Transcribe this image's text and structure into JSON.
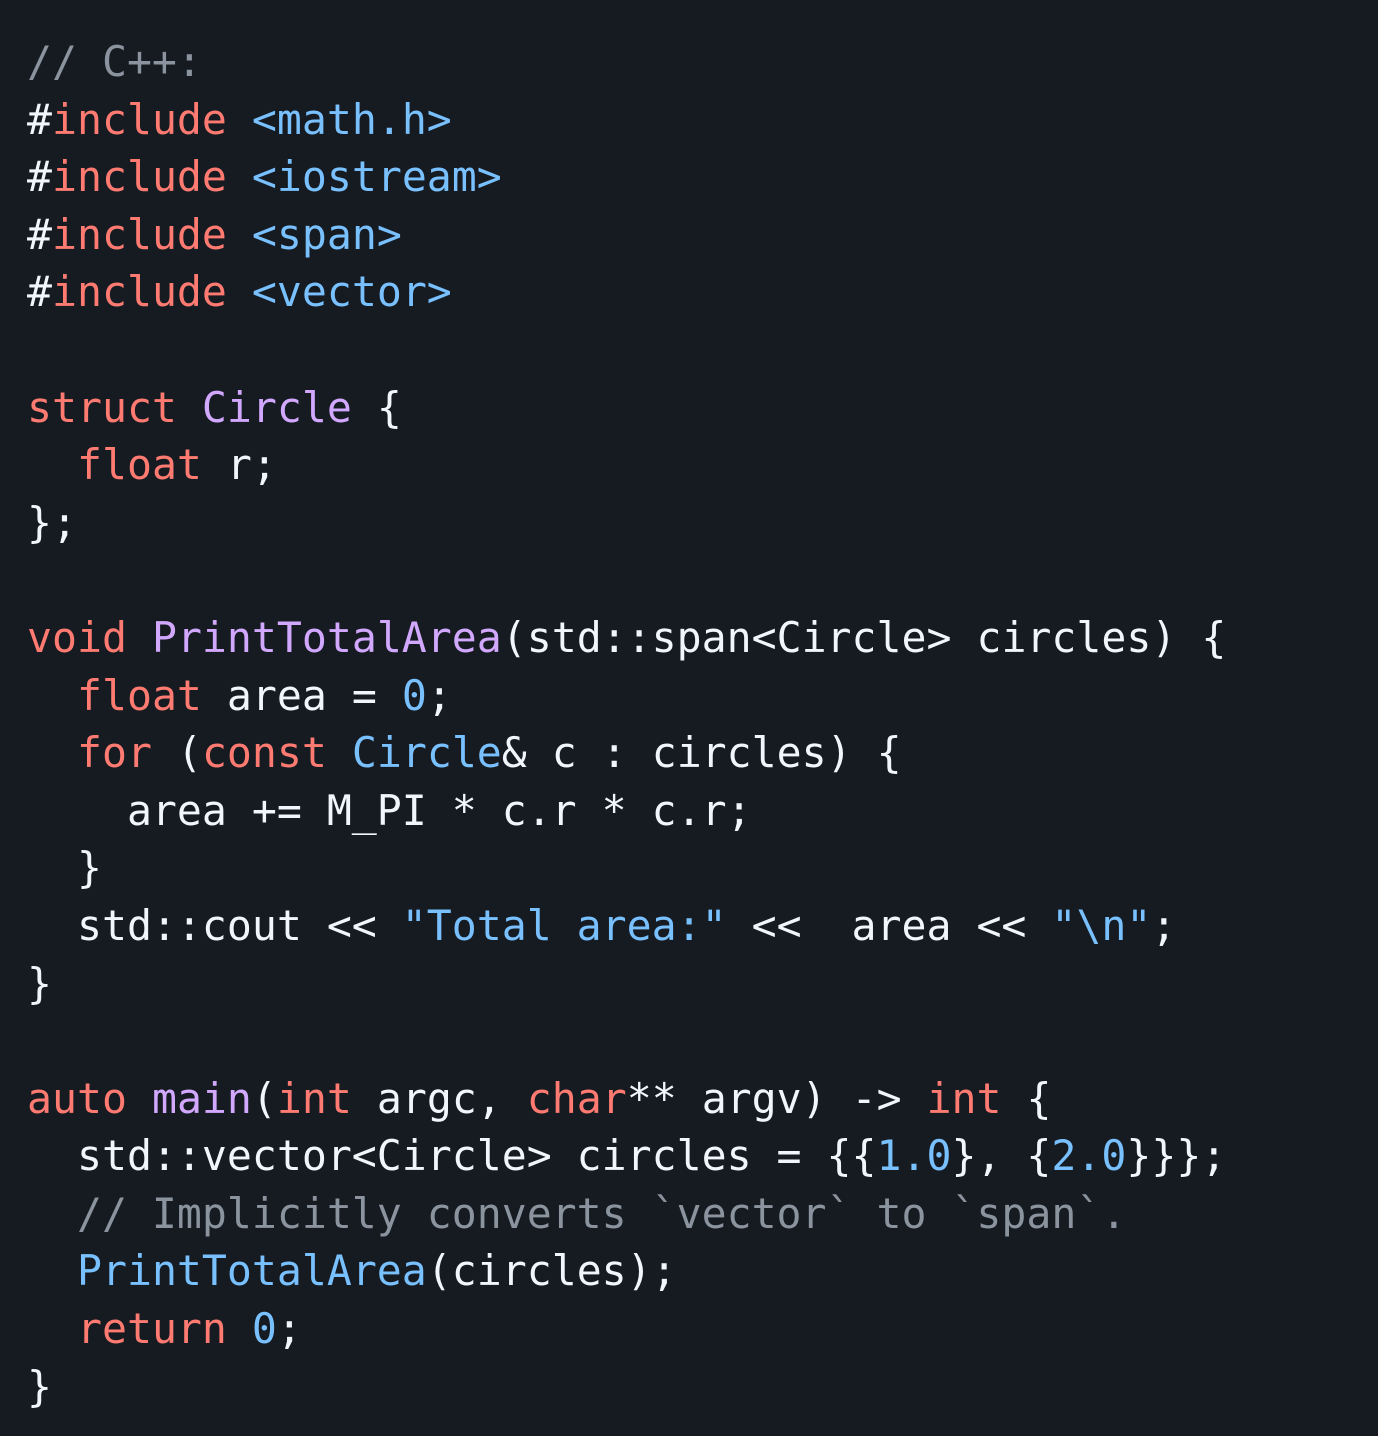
{
  "language": "C++",
  "colors": {
    "background": "#161b22",
    "keyword": "#ff7b72",
    "function": "#d2a8ff",
    "string": "#79c0ff",
    "comment": "#8b949e",
    "plain": "#f0f6fc"
  },
  "lines": [
    [
      [
        "// C++:",
        "c"
      ]
    ],
    [
      [
        "#",
        "p"
      ],
      [
        "include",
        "k"
      ],
      [
        " ",
        "p"
      ],
      [
        "<math.h>",
        "s"
      ]
    ],
    [
      [
        "#",
        "p"
      ],
      [
        "include",
        "k"
      ],
      [
        " ",
        "p"
      ],
      [
        "<iostream>",
        "s"
      ]
    ],
    [
      [
        "#",
        "p"
      ],
      [
        "include",
        "k"
      ],
      [
        " ",
        "p"
      ],
      [
        "<span>",
        "s"
      ]
    ],
    [
      [
        "#",
        "p"
      ],
      [
        "include",
        "k"
      ],
      [
        " ",
        "p"
      ],
      [
        "<vector>",
        "s"
      ]
    ],
    [],
    [
      [
        "struct",
        "k"
      ],
      [
        " ",
        "p"
      ],
      [
        "Circle",
        "f"
      ],
      [
        " {",
        "p"
      ]
    ],
    [
      [
        "  ",
        "p"
      ],
      [
        "float",
        "k"
      ],
      [
        " r;",
        "p"
      ]
    ],
    [
      [
        "};",
        "p"
      ]
    ],
    [],
    [
      [
        "void",
        "k"
      ],
      [
        " ",
        "p"
      ],
      [
        "PrintTotalArea",
        "f"
      ],
      [
        "(std::span<Circle> circles) {",
        "p"
      ]
    ],
    [
      [
        "  ",
        "p"
      ],
      [
        "float",
        "k"
      ],
      [
        " area = ",
        "p"
      ],
      [
        "0",
        "s"
      ],
      [
        ";",
        "p"
      ]
    ],
    [
      [
        "  ",
        "p"
      ],
      [
        "for",
        "k"
      ],
      [
        " (",
        "p"
      ],
      [
        "const",
        "k"
      ],
      [
        " ",
        "p"
      ],
      [
        "Circle",
        "s"
      ],
      [
        "& c : circles) {",
        "p"
      ]
    ],
    [
      [
        "    area += M_PI * c.r * c.r;",
        "p"
      ]
    ],
    [
      [
        "  }",
        "p"
      ]
    ],
    [
      [
        "  std::cout << ",
        "p"
      ],
      [
        "\"Total area:\"",
        "s"
      ],
      [
        " <<  area << ",
        "p"
      ],
      [
        "\"\\n\"",
        "s"
      ],
      [
        ";",
        "p"
      ]
    ],
    [
      [
        "}",
        "p"
      ]
    ],
    [],
    [
      [
        "auto",
        "k"
      ],
      [
        " ",
        "p"
      ],
      [
        "main",
        "f"
      ],
      [
        "(",
        "p"
      ],
      [
        "int",
        "k"
      ],
      [
        " argc, ",
        "p"
      ],
      [
        "char",
        "k"
      ],
      [
        "** argv) -> ",
        "p"
      ],
      [
        "int",
        "k"
      ],
      [
        " {",
        "p"
      ]
    ],
    [
      [
        "  std::vector<Circle> circles = {{",
        "p"
      ],
      [
        "1.0",
        "s"
      ],
      [
        "}, {",
        "p"
      ],
      [
        "2.0",
        "s"
      ],
      [
        "}}};",
        "p"
      ]
    ],
    [
      [
        "  // Implicitly converts `vector` to `span`.",
        "c"
      ]
    ],
    [
      [
        "  ",
        "p"
      ],
      [
        "PrintTotalArea",
        "s"
      ],
      [
        "(circles);",
        "p"
      ]
    ],
    [
      [
        "  ",
        "p"
      ],
      [
        "return",
        "k"
      ],
      [
        " ",
        "p"
      ],
      [
        "0",
        "s"
      ],
      [
        ";",
        "p"
      ]
    ],
    [
      [
        "}",
        "p"
      ]
    ]
  ]
}
